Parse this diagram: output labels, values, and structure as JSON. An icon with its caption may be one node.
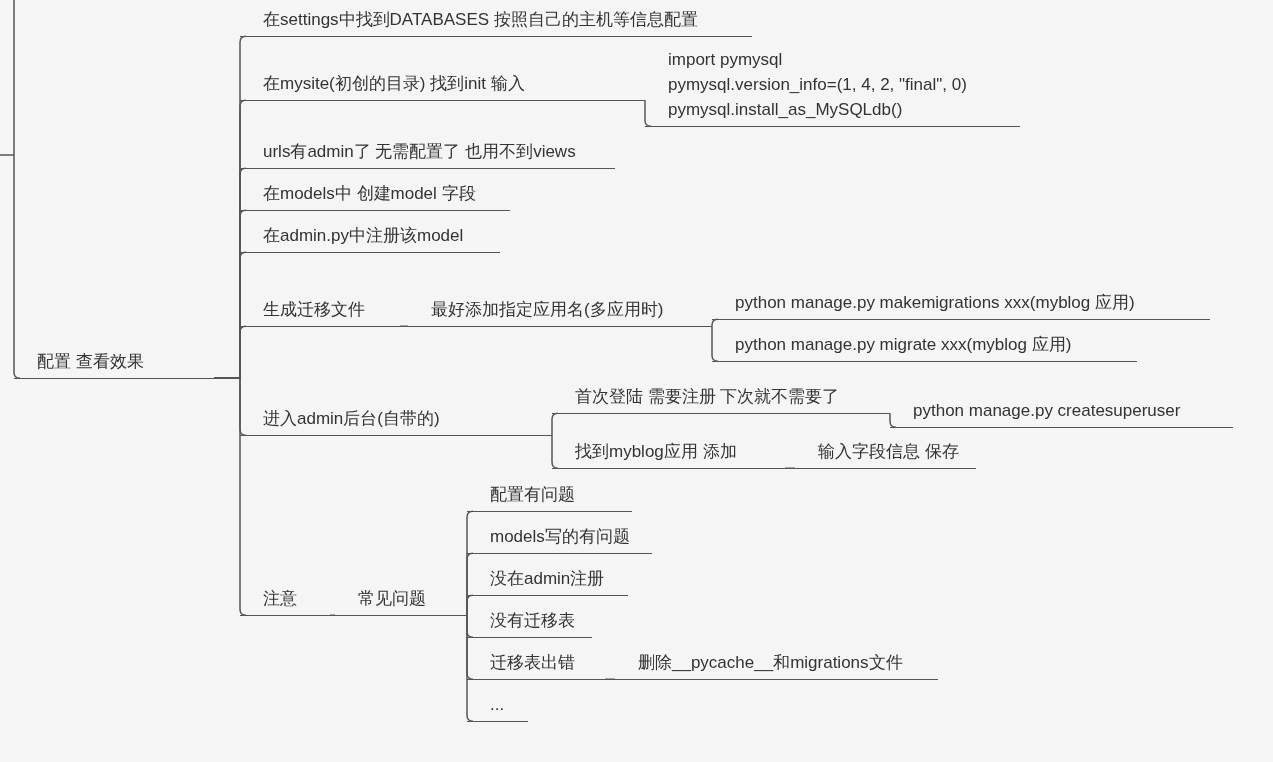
{
  "diagram": {
    "nodes": [
      {
        "text": [
          "配置 查看效果"
        ]
      },
      {
        "text": [
          "在settings中找到DATABASES 按照自己的主机等信息配置"
        ]
      },
      {
        "text": [
          "在mysite(初创的目录) 找到init 输入"
        ]
      },
      {
        "text": [
          "import pymysql",
          "pymysql.version_info=(1, 4, 2, \"final\", 0)",
          "pymysql.install_as_MySQLdb()"
        ]
      },
      {
        "text": [
          "urls有admin了 无需配置了 也用不到views"
        ]
      },
      {
        "text": [
          "在models中 创建model 字段"
        ]
      },
      {
        "text": [
          "在admin.py中注册该model"
        ]
      },
      {
        "text": [
          "生成迁移文件"
        ]
      },
      {
        "text": [
          "最好添加指定应用名(多应用时)"
        ]
      },
      {
        "text": [
          "python manage.py makemigrations xxx(myblog 应用)"
        ]
      },
      {
        "text": [
          "python manage.py migrate xxx(myblog 应用)"
        ]
      },
      {
        "text": [
          "进入admin后台(自带的)"
        ]
      },
      {
        "text": [
          "首次登陆 需要注册 下次就不需要了"
        ]
      },
      {
        "text": [
          "python manage.py createsuperuser"
        ]
      },
      {
        "text": [
          "找到myblog应用 添加"
        ]
      },
      {
        "text": [
          "输入字段信息 保存"
        ]
      },
      {
        "text": [
          "注意"
        ]
      },
      {
        "text": [
          "常见问题"
        ]
      },
      {
        "text": [
          "配置有问题"
        ]
      },
      {
        "text": [
          "models写的有问题"
        ]
      },
      {
        "text": [
          "没在admin注册"
        ]
      },
      {
        "text": [
          "没有迁移表"
        ]
      },
      {
        "text": [
          "迁移表出错"
        ]
      },
      {
        "text": [
          "删除__pycache__和migrations文件"
        ]
      },
      {
        "text": [
          "..."
        ]
      }
    ],
    "edges": [
      {
        "from": null,
        "to": 0,
        "arrow": "none"
      },
      {
        "from": 0,
        "to": 1,
        "arrow": "none"
      },
      {
        "from": 0,
        "to": 2,
        "arrow": "none"
      },
      {
        "from": 2,
        "to": 3,
        "arrow": "none"
      },
      {
        "from": 0,
        "to": 4,
        "arrow": "none"
      },
      {
        "from": 0,
        "to": 5,
        "arrow": "none"
      },
      {
        "from": 0,
        "to": 6,
        "arrow": "none"
      },
      {
        "from": 0,
        "to": 7,
        "arrow": "none"
      },
      {
        "from": 7,
        "to": 8,
        "arrow": "none"
      },
      {
        "from": 8,
        "to": 9,
        "arrow": "none"
      },
      {
        "from": 8,
        "to": 10,
        "arrow": "none"
      },
      {
        "from": 0,
        "to": 11,
        "arrow": "none"
      },
      {
        "from": 11,
        "to": 12,
        "arrow": "none"
      },
      {
        "from": 12,
        "to": 13,
        "arrow": "none"
      },
      {
        "from": 11,
        "to": 14,
        "arrow": "none"
      },
      {
        "from": 14,
        "to": 15,
        "arrow": "none"
      },
      {
        "from": 0,
        "to": 16,
        "arrow": "none"
      },
      {
        "from": 16,
        "to": 17,
        "arrow": "none"
      },
      {
        "from": 17,
        "to": 18,
        "arrow": "none"
      },
      {
        "from": 17,
        "to": 19,
        "arrow": "none"
      },
      {
        "from": 17,
        "to": 20,
        "arrow": "none"
      },
      {
        "from": 17,
        "to": 21,
        "arrow": "none"
      },
      {
        "from": 17,
        "to": 22,
        "arrow": "none"
      },
      {
        "from": 22,
        "to": 23,
        "arrow": "none"
      },
      {
        "from": 17,
        "to": 24,
        "arrow": "none"
      }
    ]
  }
}
